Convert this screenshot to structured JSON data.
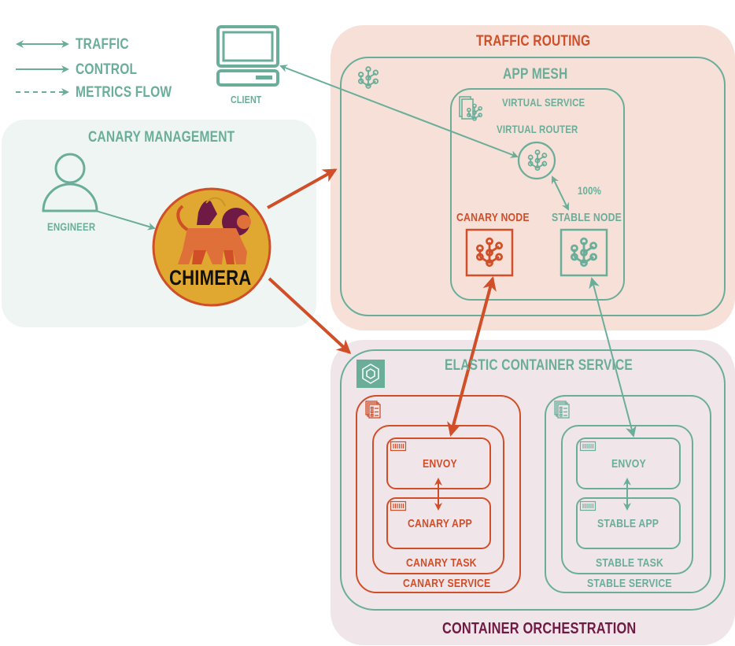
{
  "colors": {
    "teal": "#6aae9a",
    "red": "#d04e28",
    "plum": "#6e1a44",
    "traffic_bg": "#f7e0d8",
    "canary_mgmt_bg": "#eef5f2",
    "orchestration_bg": "#f0e6e9",
    "chimera_gold": "#e0a830"
  },
  "legend": {
    "items": [
      {
        "icon": "double-arrow",
        "label": "Traffic"
      },
      {
        "icon": "solid-arrow",
        "label": "Control"
      },
      {
        "icon": "dashed-arrow",
        "label": "Metrics Flow"
      }
    ]
  },
  "client": {
    "label": "Client",
    "icon": "computer-icon"
  },
  "canary_management": {
    "title": "Canary Management",
    "engineer": {
      "label": "Engineer",
      "icon": "user-icon"
    },
    "chimera": {
      "label": "CHIMERA",
      "icon": "chimera-logo"
    }
  },
  "traffic_routing": {
    "title": "Traffic Routing",
    "app_mesh": {
      "title": "App Mesh",
      "icon": "app-mesh-icon",
      "virtual_service": {
        "label": "Virtual Service",
        "icon": "virtual-service-icon"
      },
      "virtual_router": {
        "label": "Virtual Router",
        "icon": "virtual-router-icon"
      },
      "weight_label": "100%",
      "canary_node": {
        "label": "Canary Node",
        "icon": "virtual-node-icon"
      },
      "stable_node": {
        "label": "Stable Node",
        "icon": "virtual-node-icon"
      }
    }
  },
  "container_orchestration": {
    "title": "Container Orchestration",
    "ecs": {
      "title": "Elastic Container Service",
      "icon": "ecs-icon",
      "canary_service": {
        "label": "Canary Service",
        "task": {
          "label": "Canary Task",
          "containers": [
            {
              "label": "Envoy"
            },
            {
              "label": "Canary App"
            }
          ]
        }
      },
      "stable_service": {
        "label": "Stable Service",
        "task": {
          "label": "Stable Task",
          "containers": [
            {
              "label": "Envoy"
            },
            {
              "label": "Stable App"
            }
          ]
        }
      }
    }
  }
}
